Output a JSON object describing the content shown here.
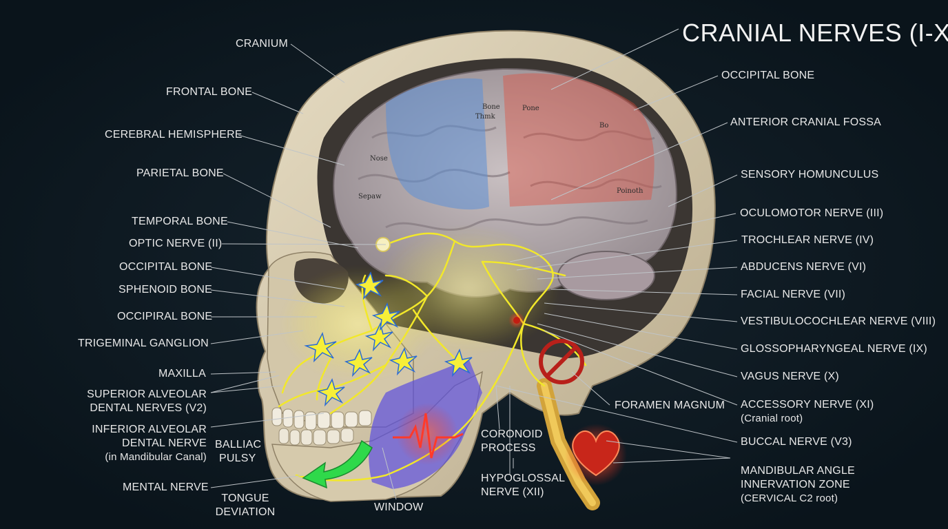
{
  "title": "CRANIAL NERVES (I-XII)",
  "labels_left": {
    "cranium": "CRANIUM",
    "frontal_bone": "FRONTAL BONE",
    "cerebral_hemisphere": "CEREBRAL HEMISPHERE",
    "parietal_bone": "PARIETAL BONE",
    "temporal_bone": "TEMPORAL BONE",
    "optic_nerve": "OPTIC NERVE (II)",
    "occipital_bone_1": "OCCIPITAL BONE",
    "sphenoid_bone": "SPHENOID BONE",
    "occipital_bone_2": "OCCIPIRAL BONE",
    "trigeminal_ganglion": "TRIGEMINAL GANGLION",
    "maxilla": "MAXILLA",
    "superior_alveolar_1": "SUPERIOR ALVEOLAR",
    "superior_alveolar_2": "DENTAL NERVES (V2)",
    "inferior_alveolar_1": "INFERIOR ALVEOLAR",
    "inferior_alveolar_2": "DENTAL NERVE",
    "inferior_alveolar_3": "(in Mandibular Canal)",
    "balliac_1": "BALLIAC",
    "balliac_2": "PULSY",
    "mental_nerve": "MENTAL NERVE",
    "tongue_1": "TONGUE",
    "tongue_2": "DEVIATION"
  },
  "labels_bottom": {
    "window": "WINDOW",
    "coronoid_1": "CORONOID",
    "coronoid_2": "PROCESS",
    "hypoglossal_1": "HYPOGLOSSAL",
    "hypoglossal_2": "NERVE (XII)",
    "foramen_magnum": "FORAMEN MAGNUM"
  },
  "labels_right": {
    "occipital_bone": "OCCIPITAL BONE",
    "anterior_cranial_fossa": "ANTERIOR CRANIAL FOSSA",
    "sensory_homunculus": "SENSORY HOMUNCULUS",
    "oculomotor": "OCULOMOTOR NERVE (III)",
    "trochlear": "TROCHLEAR NERVE (IV)",
    "abducens": "ABDUCENS NERVE (VI)",
    "facial": "FACIAL NERVE (VII)",
    "vestibulocochlear": "VESTIBULOCOCHLEAR NERVE (VIII)",
    "glossopharyngeal": "GLOSSOPHARYNGEAL NERVE (IX)",
    "vagus": "VAGUS NERVE (X)",
    "accessory_1": "ACCESSORY NERVE (XI)",
    "accessory_2": "(Cranial root)",
    "buccal": "BUCCAL NERVE (V3)",
    "mandibular_1": "MANDIBULAR ANGLE",
    "mandibular_2": "INNERVATION ZONE",
    "mandibular_3": "(CERVICAL C2 root)"
  },
  "homunculus_words": [
    "Sepaw",
    "Nose",
    "Thmk",
    "Bone",
    "Pone",
    "Bo",
    "Poinoth"
  ],
  "colors": {
    "background": "#0d1820",
    "nerve": "#f2e82a",
    "bone": "#d9cdb0",
    "brain": "#b8aeb2",
    "motor_strip": "#5c8fd6",
    "sensory_strip": "#e24a3a",
    "mandible_zone": "#5b4ee0",
    "arrow": "#2fd94a",
    "label_text": "#e8e8e8"
  }
}
